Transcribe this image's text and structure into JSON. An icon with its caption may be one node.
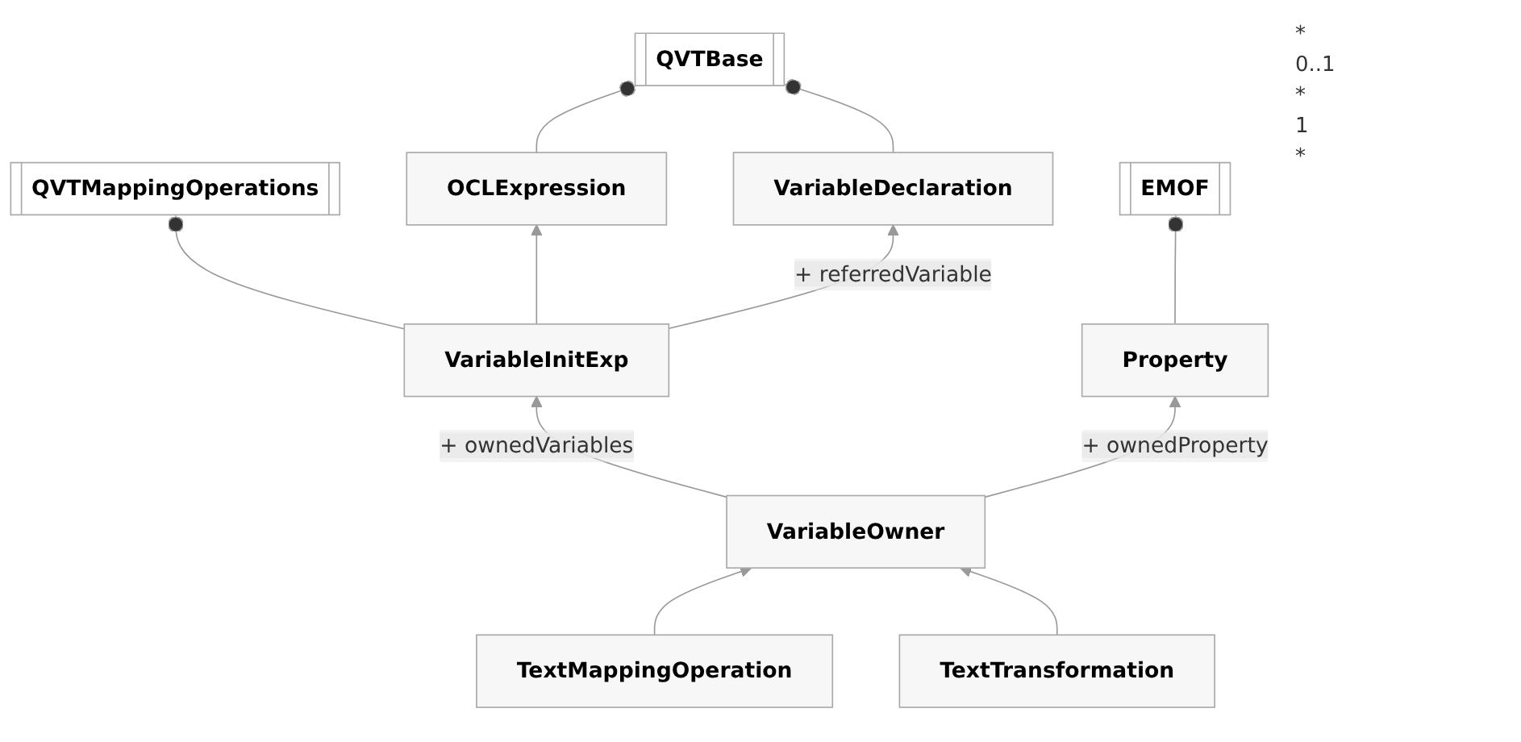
{
  "diagram": {
    "nodes": [
      {
        "text": [
          "QVTMappingOperations"
        ]
      },
      {
        "text": [
          "OCLExpression"
        ]
      },
      {
        "text": [
          "QVTBase"
        ]
      },
      {
        "text": [
          "VariableInitExp"
        ]
      },
      {
        "text": [
          "VariableDeclaration"
        ]
      },
      {
        "text": [
          "VariableOwner"
        ]
      },
      {
        "text": [
          "Property"
        ]
      },
      {
        "text": [
          "EMOF"
        ]
      },
      {
        "text": [
          "TextMappingOperation"
        ]
      },
      {
        "text": [
          "TextTransformation"
        ]
      }
    ],
    "edges": [
      {
        "from": 1,
        "to": 2,
        "arrow": "other"
      },
      {
        "from": 3,
        "to": 0,
        "arrow": "other"
      },
      {
        "from": 4,
        "to": 2,
        "arrow": "other"
      },
      {
        "from": 3,
        "to": 1,
        "arrow": "to"
      },
      {
        "from": 5,
        "to": 3,
        "arrow": "to",
        "label": "+ ownedVariables"
      },
      {
        "from": 3,
        "to": 4,
        "arrow": "to",
        "label": "+ referredVariable"
      },
      {
        "from": 5,
        "to": 6,
        "arrow": "to",
        "label": "+ ownedProperty"
      },
      {
        "from": 6,
        "to": 7,
        "arrow": "other"
      },
      {
        "from": 8,
        "to": 5,
        "arrow": "to"
      },
      {
        "from": 9,
        "to": 5,
        "arrow": "to"
      }
    ],
    "labels": [
      "*",
      "0..1",
      "*",
      "1",
      "*"
    ]
  }
}
